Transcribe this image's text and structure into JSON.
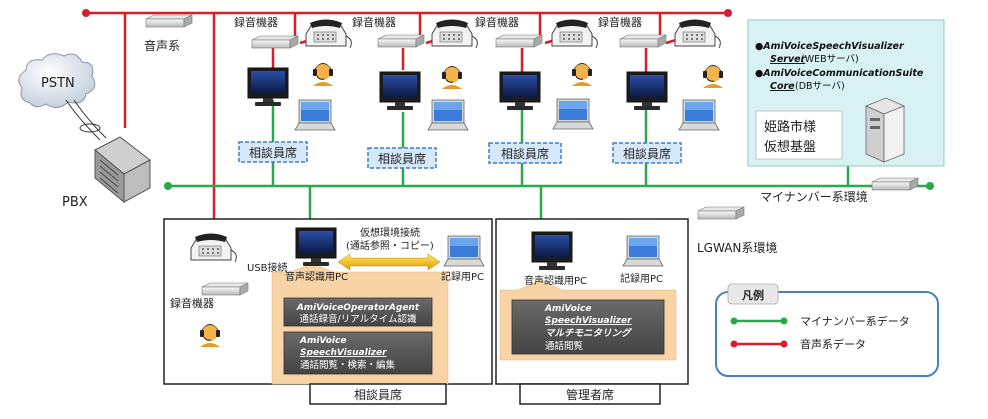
{
  "labels": {
    "voice_network": "音声系",
    "pstn": "PSTN",
    "pbx": "PBX",
    "recorder": "録音機器",
    "counselor_seat": "相談員席",
    "mynumber_env": "マイナンバー系環境",
    "lgwan_env": "LGWAN系環境",
    "vdi_connection_1": "仮想環境接続",
    "vdi_connection_2": "(通話参照・コピー)",
    "usb": "USB接続",
    "speech_pc": "音声認識用PC",
    "record_pc": "記録用PC",
    "counselor_area": "相談員席",
    "admin_area": "管理者席"
  },
  "server_box": {
    "line1": "●AmiVoiceSpeechVisualizer",
    "line2a": "Server",
    "line2b": "(WEBサーバ)",
    "line3": "●AmiVoiceCommunicationSuite",
    "line4a": "Core",
    "line4b": "(DBサーバ)",
    "vm_label_1": "姫路市様",
    "vm_label_2": "仮想基盤"
  },
  "software": {
    "operator_agent_title": "AmiVoiceOperatorAgent",
    "operator_agent_desc": "通話録音/リアルタイム認識",
    "sv_title_1": "AmiVoice",
    "sv_title_2": "SpeechVisualizer",
    "sv_desc_counselor": "通話閲覧・検索・編集",
    "admin_sv_title_1": "AmiVoice",
    "admin_sv_title_2": "SpeechVisualizer",
    "admin_sv_title_3": "マルチモニタリング",
    "admin_sv_desc": "通話閲覧"
  },
  "legend": {
    "title": "凡例",
    "item1": "マイナンバー系データ",
    "item2": "音声系データ"
  },
  "colors": {
    "voice_line": "#d81e2a",
    "mynumber_line": "#2aa84a",
    "server_bg": "#d8f1f3",
    "seat_label_bg": "#d6e9fb",
    "seat_label_border": "#3a7fd0",
    "legend_border": "#4a7fc8",
    "sw_box": "#555555",
    "panel_peach": "#f7d3a6",
    "vdi_arrow": "#f0b400"
  }
}
